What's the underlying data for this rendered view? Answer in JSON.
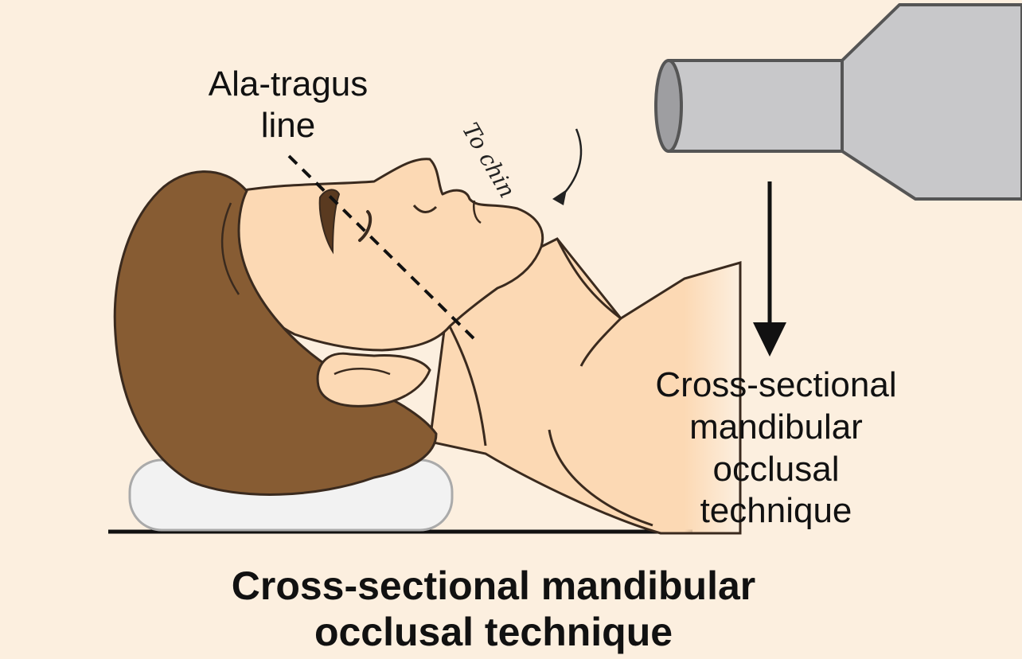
{
  "labels": {
    "ala_tragus": [
      "Ala-tragus",
      "line"
    ],
    "hand_note": "To chin",
    "side_technique": [
      "Cross-sectional",
      "mandibular",
      "occlusal",
      "technique"
    ],
    "bottom_title": [
      "Cross-sectional mandibular",
      "occlusal technique"
    ]
  },
  "colors": {
    "background": "#fcefdf",
    "skin": "#fcd9b4",
    "hair": "#875c33",
    "outline": "#3a2a1e",
    "xray_tube": "#c8c8ca",
    "pillow": "#f2f2f2",
    "table": "#111111"
  },
  "icons": {
    "xray_tube": "x-ray-cone-icon",
    "beam_direction": "down-arrow-icon"
  }
}
